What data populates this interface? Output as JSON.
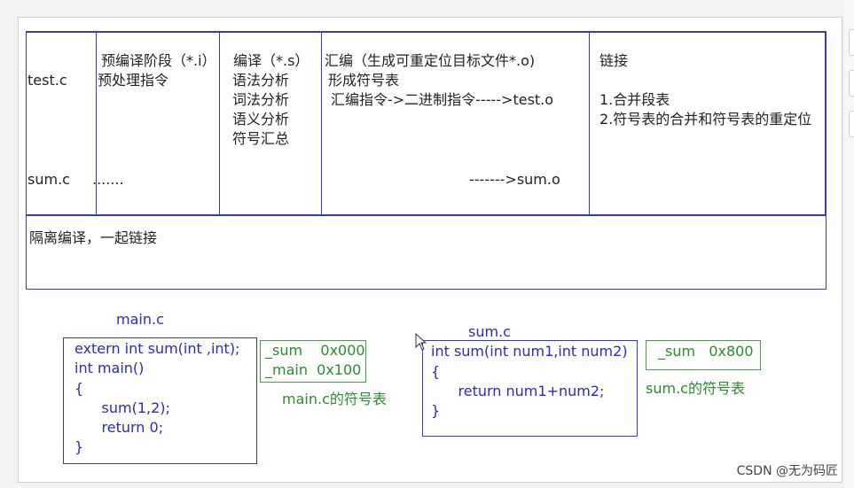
{
  "table": {
    "stage_preprocess": "预编译阶段（*.i）",
    "preprocess_desc": "预处理指令",
    "stage_compile": "编译（*.s）",
    "compile_items": [
      "语法分析",
      "词法分析",
      "语义分析",
      "符号汇总"
    ],
    "stage_assemble": "汇编（生成可重定位目标文件*.o)",
    "assemble_items": [
      "形成符号表",
      "汇编指令->二进制指令----->test.o"
    ],
    "stage_link": "链接",
    "link_items": [
      "1.合并段表",
      "2.符号表的合并和符号表的重定位"
    ],
    "file1": "test.c",
    "file2": "sum.c",
    "dots": ".......",
    "sum_output": "------->sum.o",
    "note": "隔离编译，一起链接"
  },
  "main_file": {
    "title": "main.c",
    "code": [
      "extern int sum(int ,int);",
      "int main()",
      "{",
      "      sum(1,2);",
      "      return 0;",
      "}"
    ],
    "symbols": [
      "_sum    0x000",
      "_main  0x100"
    ],
    "symbols_caption": "main.c的符号表"
  },
  "sum_file": {
    "title": "sum.c",
    "code": [
      "int sum(int num1,int num2)",
      "{",
      "      return num1+num2;",
      "}"
    ],
    "symbols": [
      "_sum   0x800"
    ],
    "symbols_caption": "sum.c的符号表"
  },
  "watermark": "CSDN @无为码匠",
  "colors": {
    "accent_blue": "#3a3ab0",
    "green": "#2d8a2d"
  }
}
